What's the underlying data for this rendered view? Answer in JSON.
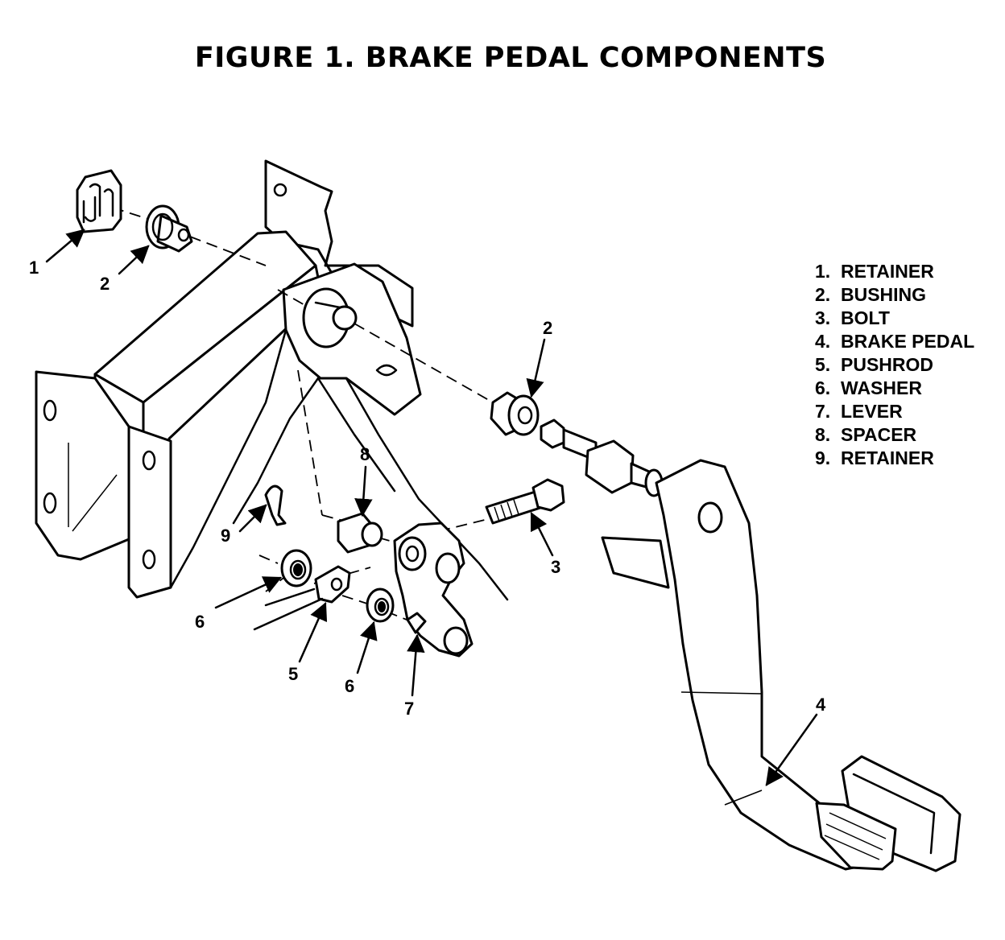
{
  "figure": {
    "title": "FIGURE 1. BRAKE PEDAL COMPONENTS"
  },
  "legend": [
    {
      "number": "1.",
      "label": "RETAINER"
    },
    {
      "number": "2.",
      "label": "BUSHING"
    },
    {
      "number": "3.",
      "label": "BOLT"
    },
    {
      "number": "4.",
      "label": "BRAKE PEDAL"
    },
    {
      "number": "5.",
      "label": "PUSHROD"
    },
    {
      "number": "6.",
      "label": "WASHER"
    },
    {
      "number": "7.",
      "label": "LEVER"
    },
    {
      "number": "8.",
      "label": "SPACER"
    },
    {
      "number": "9.",
      "label": "RETAINER"
    }
  ],
  "callouts": {
    "c1": "1",
    "c2a": "2",
    "c2b": "2",
    "c3": "3",
    "c4": "4",
    "c5": "5",
    "c6a": "6",
    "c6b": "6",
    "c7": "7",
    "c8": "8",
    "c9": "9"
  }
}
